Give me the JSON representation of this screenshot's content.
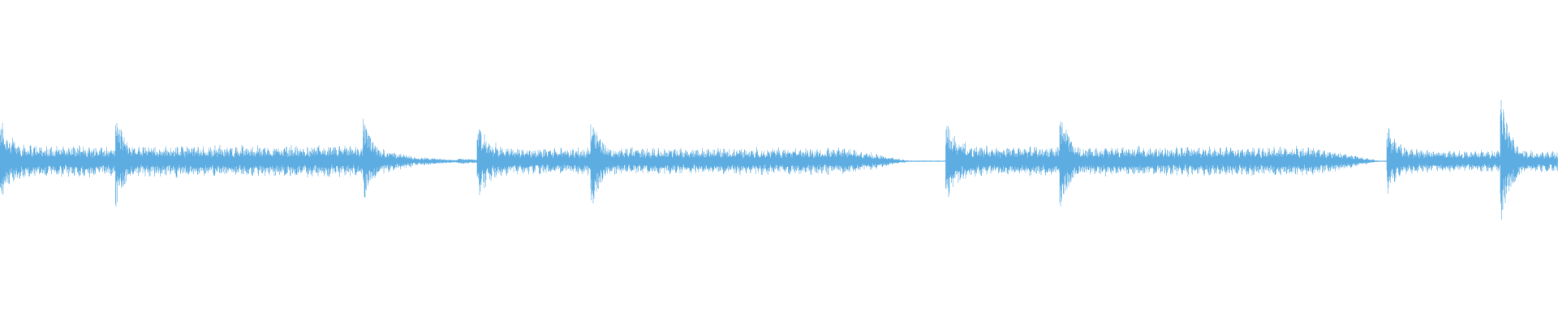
{
  "waveform": {
    "color": "#5DADE2",
    "background": "#FFFFFF",
    "events": [
      {
        "t": 0.0,
        "peak": 0.78,
        "decay": 0.28,
        "sustain": 0.26,
        "type": "busy"
      },
      {
        "t": 0.074,
        "peak": 0.76,
        "decay": 0.06,
        "sustain": 0.08,
        "type": "hit"
      },
      {
        "t": 0.114,
        "peak": 0.12,
        "decay": 0.02,
        "sustain": 0.03,
        "type": "ghost"
      },
      {
        "t": 0.134,
        "peak": 0.11,
        "decay": 0.02,
        "sustain": 0.03,
        "type": "ghost"
      },
      {
        "t": 0.155,
        "peak": 0.1,
        "decay": 0.02,
        "sustain": 0.02,
        "type": "ghost"
      },
      {
        "t": 0.176,
        "peak": 0.09,
        "decay": 0.02,
        "sustain": 0.02,
        "type": "ghost"
      },
      {
        "t": 0.196,
        "peak": 0.09,
        "decay": 0.02,
        "sustain": 0.02,
        "type": "ghost"
      },
      {
        "t": 0.214,
        "peak": 0.08,
        "decay": 0.02,
        "sustain": 0.02,
        "type": "ghost"
      },
      {
        "t": 0.233,
        "peak": 0.66,
        "decay": 0.05,
        "sustain": 0.07,
        "type": "hit"
      },
      {
        "t": 0.272,
        "peak": 0.1,
        "decay": 0.02,
        "sustain": 0.03,
        "type": "ghost"
      },
      {
        "t": 0.294,
        "peak": 0.08,
        "decay": 0.02,
        "sustain": 0.02,
        "type": "ghost"
      },
      {
        "t": 0.306,
        "peak": 0.72,
        "decay": 0.28,
        "sustain": 0.22,
        "type": "busy"
      },
      {
        "t": 0.379,
        "peak": 0.82,
        "decay": 0.07,
        "sustain": 0.08,
        "type": "hit"
      },
      {
        "t": 0.418,
        "peak": 0.12,
        "decay": 0.02,
        "sustain": 0.03,
        "type": "ghost"
      },
      {
        "t": 0.436,
        "peak": 0.1,
        "decay": 0.02,
        "sustain": 0.02,
        "type": "ghost"
      },
      {
        "t": 0.455,
        "peak": 0.1,
        "decay": 0.02,
        "sustain": 0.02,
        "type": "ghost"
      },
      {
        "t": 0.474,
        "peak": 0.09,
        "decay": 0.02,
        "sustain": 0.02,
        "type": "ghost"
      },
      {
        "t": 0.492,
        "peak": 0.09,
        "decay": 0.02,
        "sustain": 0.02,
        "type": "ghost"
      },
      {
        "t": 0.511,
        "peak": 0.09,
        "decay": 0.02,
        "sustain": 0.02,
        "type": "ghost"
      },
      {
        "t": 0.53,
        "peak": 0.08,
        "decay": 0.02,
        "sustain": 0.02,
        "type": "ghost"
      },
      {
        "t": 0.547,
        "peak": 0.14,
        "decay": 0.015,
        "sustain": 0.05,
        "type": "ghost"
      },
      {
        "t": 0.607,
        "peak": 0.82,
        "decay": 0.28,
        "sustain": 0.24,
        "type": "busy"
      },
      {
        "t": 0.68,
        "peak": 0.82,
        "decay": 0.07,
        "sustain": 0.08,
        "type": "hit"
      },
      {
        "t": 0.719,
        "peak": 0.1,
        "decay": 0.02,
        "sustain": 0.03,
        "type": "ghost"
      },
      {
        "t": 0.757,
        "peak": 0.12,
        "decay": 0.02,
        "sustain": 0.03,
        "type": "ghost"
      },
      {
        "t": 0.776,
        "peak": 0.09,
        "decay": 0.02,
        "sustain": 0.02,
        "type": "ghost"
      },
      {
        "t": 0.794,
        "peak": 0.1,
        "decay": 0.02,
        "sustain": 0.02,
        "type": "ghost"
      },
      {
        "t": 0.813,
        "peak": 0.08,
        "decay": 0.02,
        "sustain": 0.02,
        "type": "ghost"
      },
      {
        "t": 0.831,
        "peak": 0.14,
        "decay": 0.015,
        "sustain": 0.05,
        "type": "ghost"
      },
      {
        "t": 0.85,
        "peak": 0.08,
        "decay": 0.02,
        "sustain": 0.02,
        "type": "ghost"
      },
      {
        "t": 0.89,
        "peak": 0.7,
        "decay": 0.35,
        "sustain": 0.18,
        "type": "busy"
      },
      {
        "t": 0.963,
        "peak": 1.0,
        "decay": 0.08,
        "sustain": 0.1,
        "type": "hit"
      }
    ]
  }
}
